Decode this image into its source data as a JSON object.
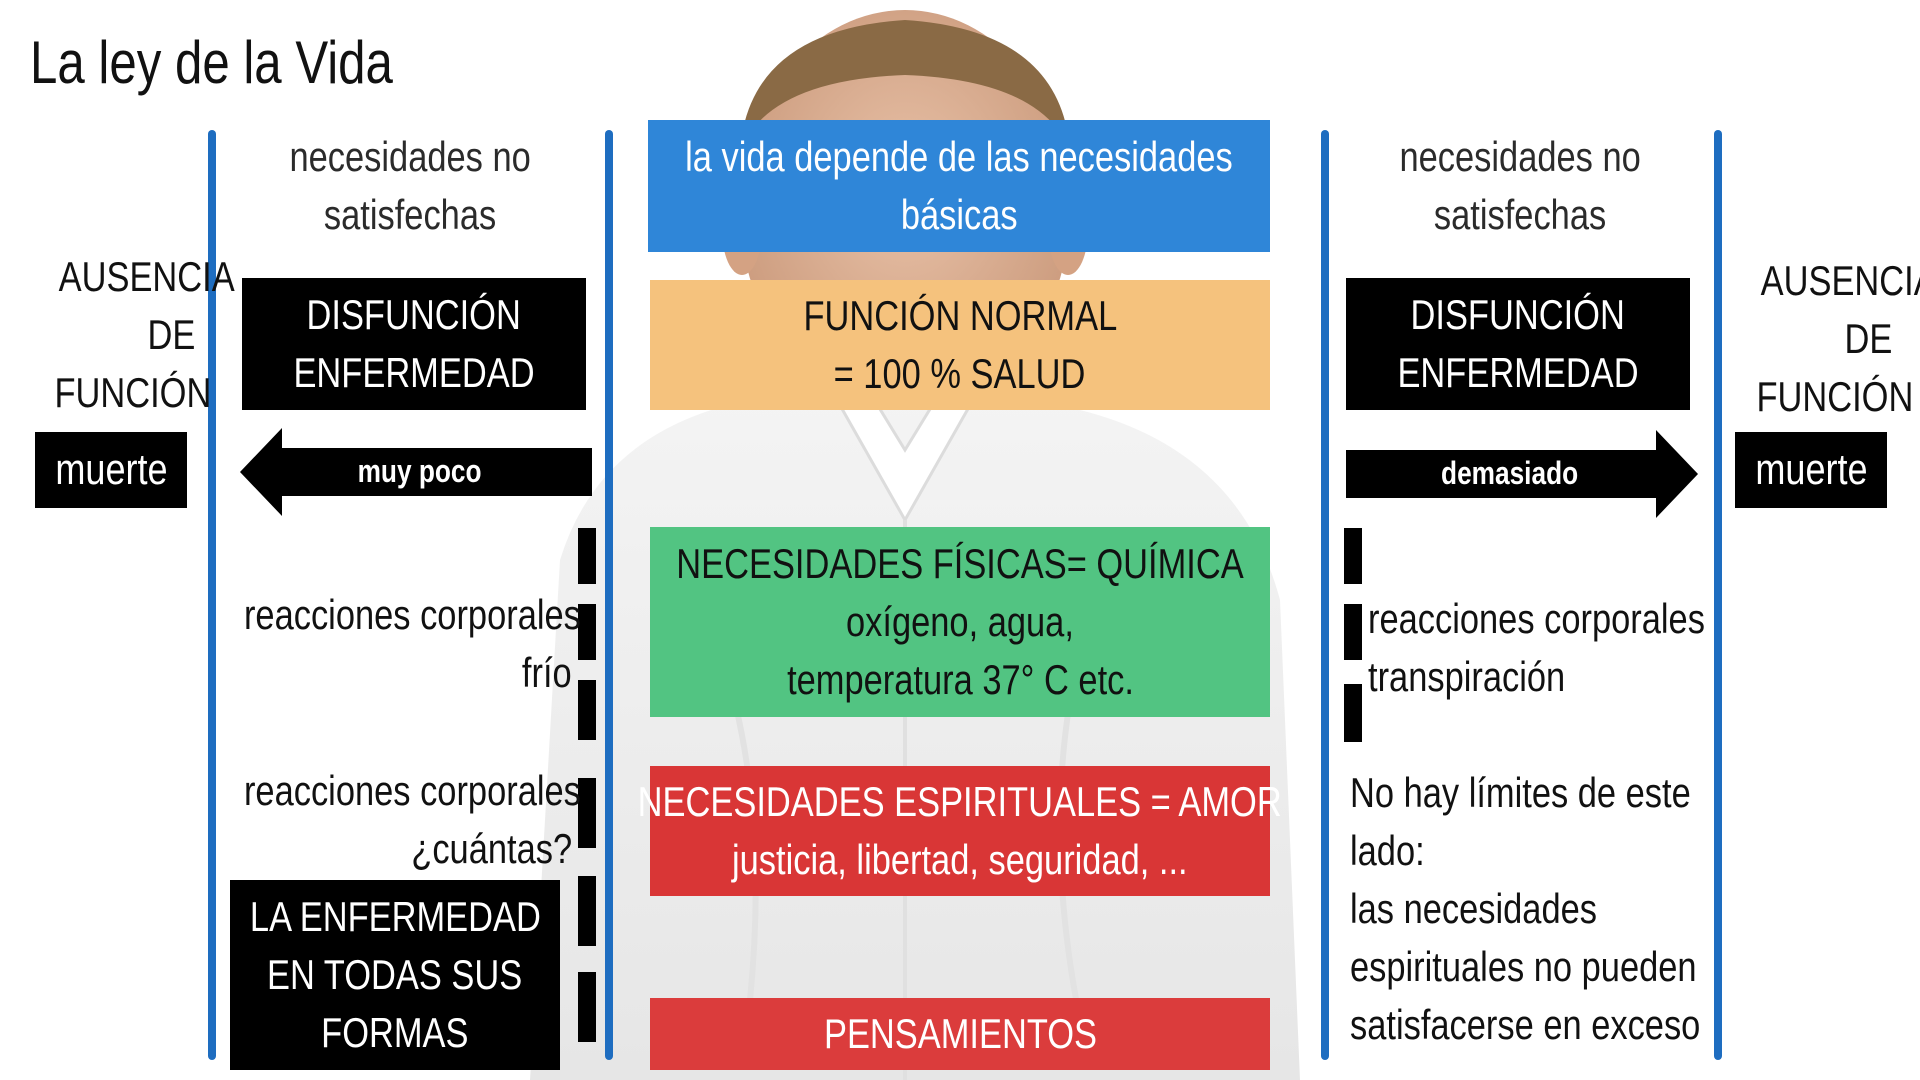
{
  "title": "La ley de la Vida",
  "colors": {
    "blue_line": "#1e6dc0",
    "blue_box": "#2f86d8",
    "orange_box": "#f5c27d",
    "green_box": "#52c482",
    "red_box": "#d93636",
    "red_box_2": "#db3c3c"
  },
  "center": {
    "box1": {
      "line1": "la vida depende de las necesidades",
      "line2": "básicas"
    },
    "box2": {
      "line1": "FUNCIÓN NORMAL",
      "line2": "= 100 % SALUD"
    },
    "box3": {
      "line1": "NECESIDADES FÍSICAS= QUÍMICA",
      "line2": "oxígeno, agua,",
      "line3": "temperatura 37° C etc."
    },
    "box4": {
      "line1": "NECESIDADES ESPIRITUALES = AMOR",
      "line2": "justicia, libertad, seguridad, ..."
    },
    "box5": {
      "line1": "PENSAMIENTOS"
    }
  },
  "left": {
    "needs_line1": "necesidades no",
    "needs_line2": "satisfechas",
    "absence_line1": "AUSENCIA",
    "absence_line2": "DE",
    "absence_line3": "FUNCIÓN",
    "death": "muerte",
    "dys_line1": "DISFUNCIÓN",
    "dys_line2": "ENFERMEDAD",
    "arrow_label": "muy poco",
    "react1_line1": "reacciones corporales",
    "react1_line2": "frío",
    "react2_line1": "reacciones corporales",
    "react2_line2": "¿cuántas?",
    "disease_line1": "LA ENFERMEDAD",
    "disease_line2": "EN TODAS SUS",
    "disease_line3": "FORMAS"
  },
  "right": {
    "needs_line1": "necesidades no",
    "needs_line2": "satisfechas",
    "absence_line1": "AUSENCIA",
    "absence_line2": "DE",
    "absence_line3": "FUNCIÓN",
    "death": "muerte",
    "dys_line1": "DISFUNCIÓN",
    "dys_line2": "ENFERMEDAD",
    "arrow_label": "demasiado",
    "react_line1": "reacciones corporales",
    "react_line2": "transpiración",
    "limits_line1": "No hay límites de este",
    "limits_line2": "lado:",
    "limits_line3": "las necesidades",
    "limits_line4": "espirituales no pueden",
    "limits_line5": "satisfacerse en exceso"
  }
}
